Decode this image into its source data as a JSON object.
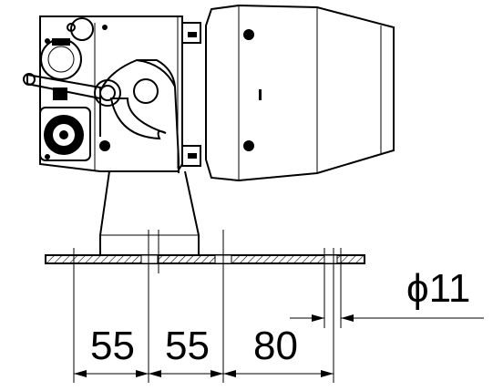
{
  "drawing": {
    "dimensions": [
      {
        "label": "55"
      },
      {
        "label": "55"
      },
      {
        "label": "80"
      }
    ],
    "hole_callout": "ϕ11"
  }
}
